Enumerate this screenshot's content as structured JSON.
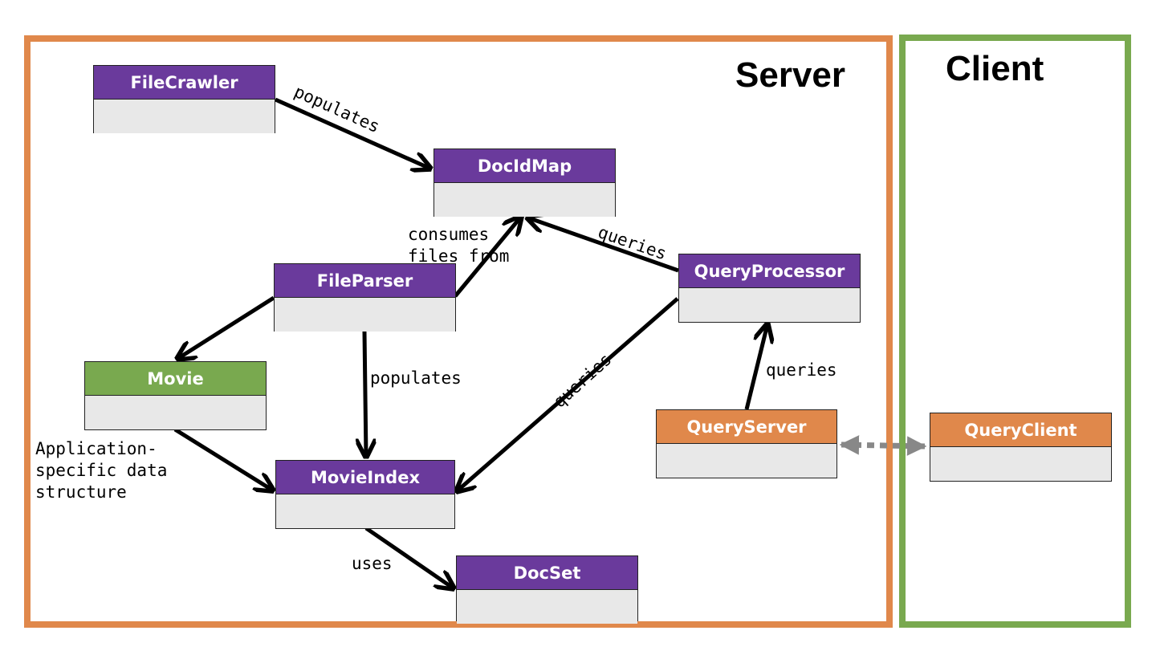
{
  "regions": {
    "server": {
      "title": "Server",
      "color": "#e0884b"
    },
    "client": {
      "title": "Client",
      "color": "#79a94f"
    }
  },
  "colors": {
    "class_header_purple": "#6a3a9c",
    "class_header_green": "#79a94f",
    "class_header_orange": "#e0884b",
    "class_body": "#e8e8e8",
    "dashed_link": "#888888"
  },
  "nodes": {
    "filecrawler": "FileCrawler",
    "docidmap": "DocIdMap",
    "fileparser": "FileParser",
    "queryprocessor": "QueryProcessor",
    "movie": "Movie",
    "movieindex": "MovieIndex",
    "queryserver": "QueryServer",
    "queryclient": "QueryClient",
    "docset": "DocSet"
  },
  "edge_labels": {
    "crawler_populates": "populates",
    "consumes_files": "consumes\nfiles from",
    "processor_queries_docidmap": "queries",
    "parser_populates": "populates",
    "processor_queries_index": "queries",
    "server_queries_processor": "queries",
    "index_uses_docset": "uses"
  },
  "annotations": {
    "movie_note": "Application-\nspecific data\nstructure"
  }
}
